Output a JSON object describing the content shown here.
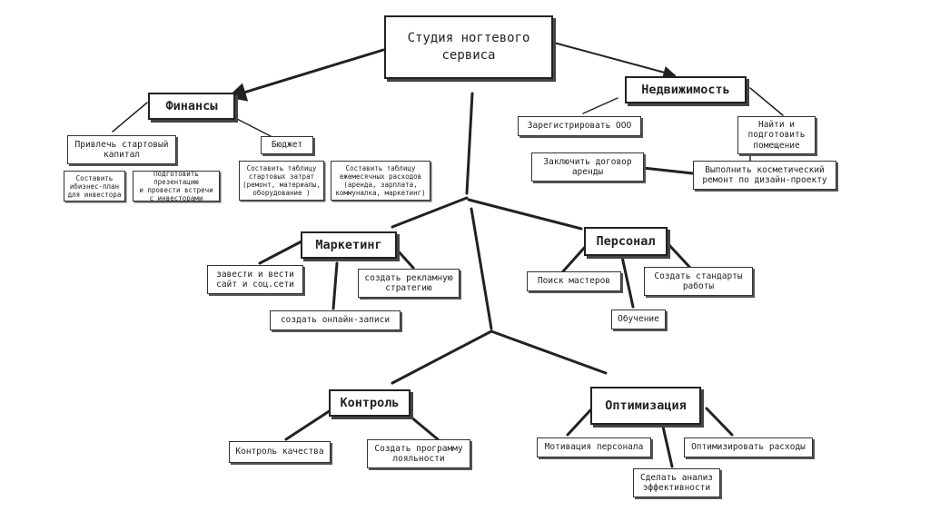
{
  "root": "Студия ногтевого\nсервиса",
  "finance": {
    "title": "Финансы",
    "attract": "Привлечь стартовый\nкапитал",
    "budget": "Бюджет",
    "bizplan": "Составить\nибизнес-план\nдля инвестора",
    "presentation": "Подготовить презентацию\nи провести встречи\nс инвесторами",
    "startup_costs": "Составить таблицу\nстартовых затрат\n(ремонт, материалы,\nоборудование )",
    "monthly_costs": "Составить таблицу\nежемесячных расходов\n(аренда, зарплата,\nкоммуналка, маркетинг)"
  },
  "realty": {
    "title": "Недвижимость",
    "register": "Зарегистрировать ООО",
    "find": "Найти и\nподготовить\nпомещение",
    "lease": "Заключить договор\nаренды",
    "renovation": "Выполнить косметический\nремонт по дизайн-проекту"
  },
  "marketing": {
    "title": "Маркетинг",
    "social": "завести и вести\nсайт и соц.сети",
    "ad_strategy": "создать рекламную\nстратегию",
    "online_booking": "создать онлайн-записи"
  },
  "staff": {
    "title": "Персонал",
    "search": "Поиск мастеров",
    "standards": "Создать стандарты\nработы",
    "training": "Обучение"
  },
  "control": {
    "title": "Контроль",
    "quality": "Контроль качества",
    "loyalty": "Создать программу\nлояльности"
  },
  "optimization": {
    "title": "Оптимизация",
    "motivation": "Мотивация персонала",
    "costs": "Оптимизировать расходы",
    "analysis": "Сделать анализ\nэффективности"
  }
}
